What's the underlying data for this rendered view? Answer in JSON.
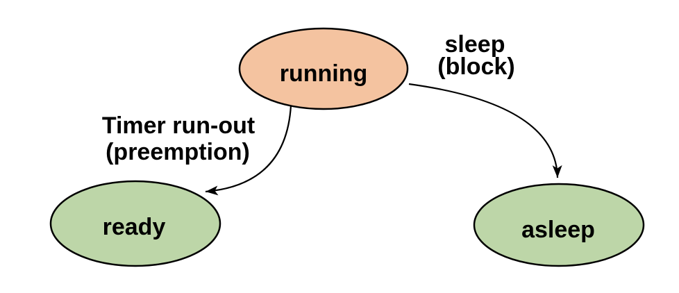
{
  "diagram": {
    "type": "state-transition-diagram",
    "background_color": "#ffffff",
    "line_color": "#000000",
    "text_color": "#000000",
    "nodes": [
      {
        "id": "running",
        "label": "running",
        "fill": "#f4c3a0",
        "shape": "ellipse"
      },
      {
        "id": "ready",
        "label": "ready",
        "fill": "#bdd6a8",
        "shape": "ellipse"
      },
      {
        "id": "asleep",
        "label": "asleep",
        "fill": "#bdd6a8",
        "shape": "ellipse"
      }
    ],
    "edges": [
      {
        "id": "running-to-ready",
        "from": "running",
        "to": "ready",
        "label_line1": "Timer run-out",
        "label_line2": "(preemption)"
      },
      {
        "id": "running-to-asleep",
        "from": "running",
        "to": "asleep",
        "label_line1": "sleep",
        "label_line2": "(block)"
      }
    ]
  }
}
